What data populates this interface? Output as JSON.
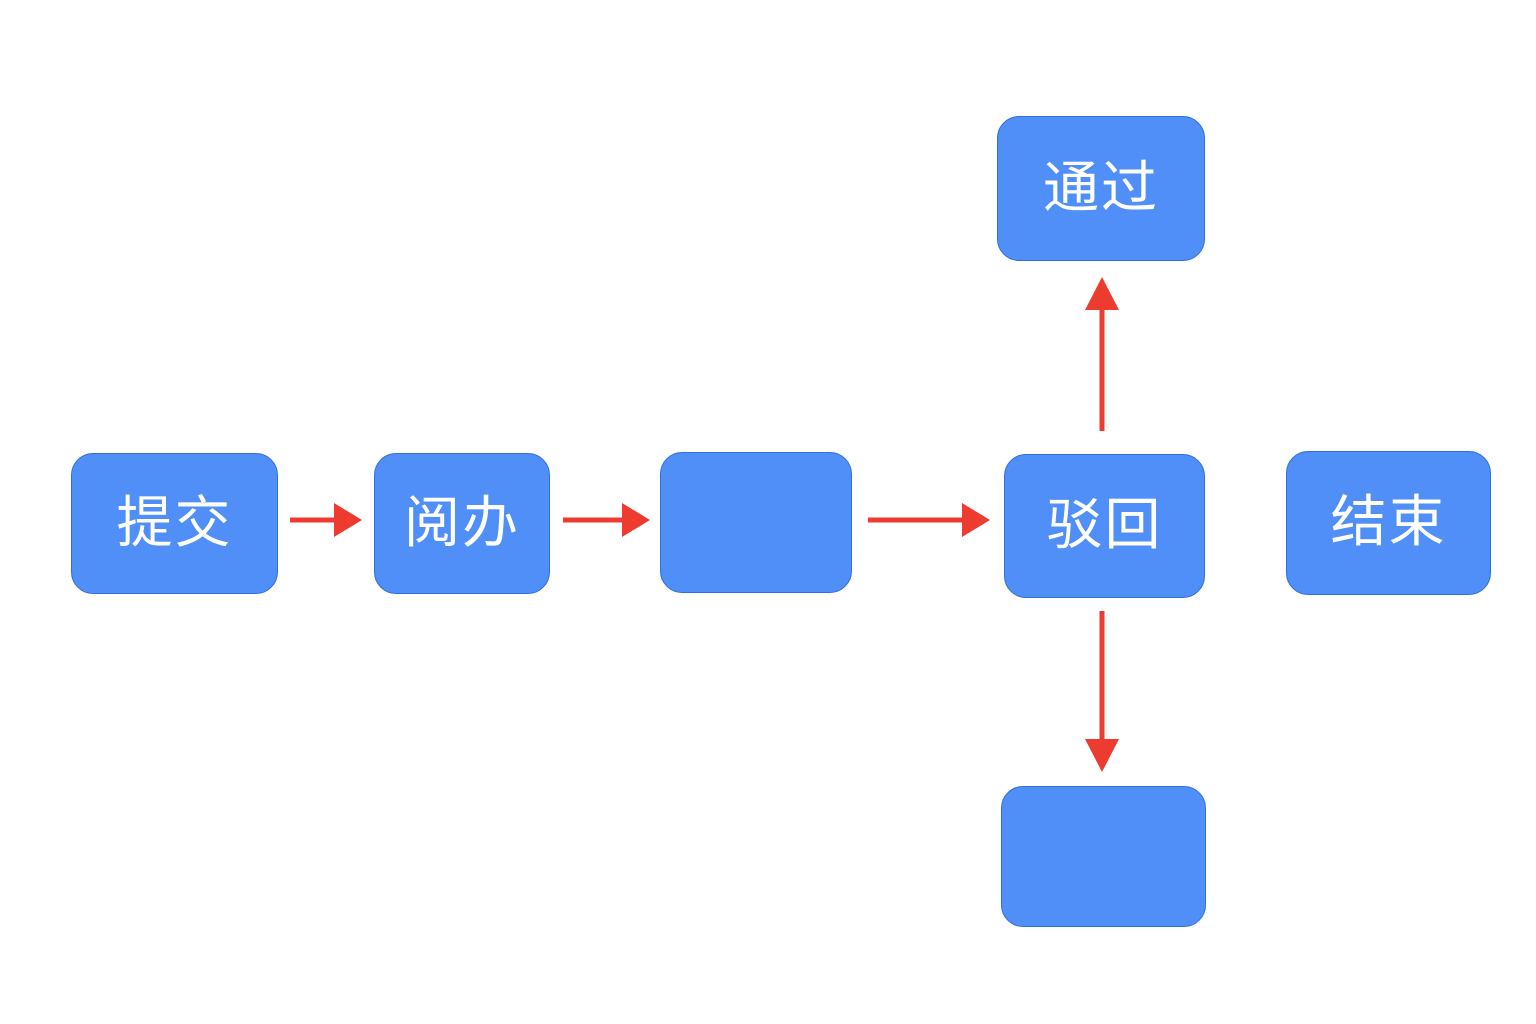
{
  "diagram": {
    "colors": {
      "node_fill": "#4f8ff7",
      "node_border": "#2f6fdc",
      "node_text": "#ffffff",
      "arrow": "#ee3b2f",
      "background": "#ffffff"
    },
    "nodes": {
      "submit": {
        "label": "提交"
      },
      "review": {
        "label": "阅办"
      },
      "blank_middle": {
        "label": ""
      },
      "reject": {
        "label": "驳回"
      },
      "approve": {
        "label": "通过"
      },
      "blank_bottom": {
        "label": ""
      },
      "end": {
        "label": "结束"
      }
    },
    "edges": [
      {
        "from": "submit",
        "to": "review"
      },
      {
        "from": "review",
        "to": "blank_middle"
      },
      {
        "from": "blank_middle",
        "to": "reject"
      },
      {
        "from": "reject",
        "to": "approve"
      },
      {
        "from": "reject",
        "to": "blank_bottom"
      }
    ]
  }
}
